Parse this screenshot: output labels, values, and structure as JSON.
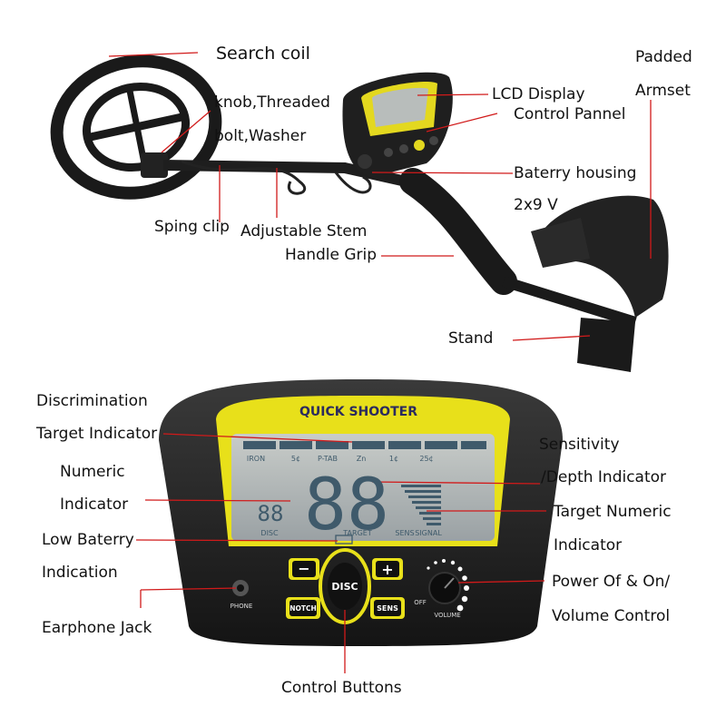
{
  "top_labels": {
    "search_coil": "Search coil",
    "padded": "Padded",
    "armset": "Armset",
    "knob_threaded": "knob,Threaded",
    "bolt_washer": "bolt,Washer",
    "lcd_display": "LCD Display",
    "control_pannel": "Control Pannel",
    "baterry_housing": "Baterry housing",
    "battery_spec": "2x9 V",
    "sping_clip": "Sping clip",
    "adjustable_stem": "Adjustable Stem",
    "handle_grip": "Handle Grip",
    "stand": "Stand"
  },
  "panel_labels": {
    "discrimination": "Discrimination",
    "target_indicator": "Target Indicator",
    "numeric": "Numeric",
    "indicator": "Indicator",
    "low_baterry": "Low Baterry",
    "indication": "Indication",
    "earphone_jack": "Earphone Jack",
    "control_buttons": "Control Buttons",
    "sensitivity": "Sensitivity",
    "depth_indicator": "/Depth Indicator",
    "target_numeric": "Target Numeric",
    "target_numeric_indicator": "Indicator",
    "power_onoff": "Power Of & On/",
    "volume_control": "Volume Control"
  },
  "device": {
    "brand": "QUICK SHOOTER",
    "scale": [
      "IRON",
      "5¢",
      "P-TAB",
      "Zn",
      "1¢",
      "25¢"
    ],
    "big_digits": "88",
    "small_digits": "88",
    "disc_caption": "DISC",
    "target_caption": "TARGET",
    "sens_caption": "SENS",
    "signal_caption": "SIGNAL",
    "btn_minus": "−",
    "btn_plus": "+",
    "btn_disc": "DISC",
    "btn_notch": "NOTCH",
    "btn_sens": "SENS",
    "phone_caption": "PHONE",
    "off_caption": "OFF",
    "volume_caption": "VOLUME"
  },
  "colors": {
    "accent_yellow": "#e8e01a",
    "callout_red": "#d11a1a",
    "lcd_bg": "#aab0b2",
    "lcd_segment": "#3f5a6b",
    "body_black": "#1c1c1c"
  }
}
